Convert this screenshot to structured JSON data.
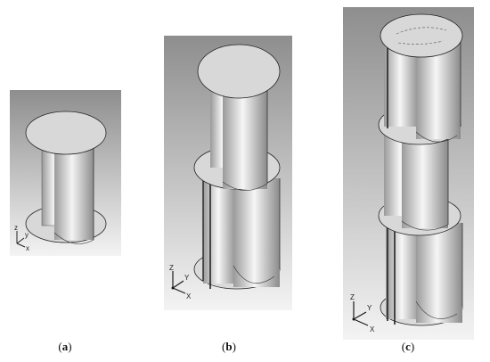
{
  "figure": {
    "panels": [
      {
        "id": "a",
        "caption_open": "(",
        "caption_letter": "a",
        "caption_close": ")",
        "stages": 1,
        "triad": {
          "z": "z",
          "y": "y",
          "x": "x"
        }
      },
      {
        "id": "b",
        "caption_open": "(",
        "caption_letter": "b",
        "caption_close": ")",
        "stages": 2,
        "triad": {
          "z": "Z",
          "y": "Y",
          "x": "X"
        }
      },
      {
        "id": "c",
        "caption_open": "(",
        "caption_letter": "c",
        "caption_close": ")",
        "stages": 3,
        "triad": {
          "z": "Z",
          "y": "Y",
          "x": "X"
        }
      }
    ]
  },
  "colors": {
    "bg_top": "#909090",
    "bg_bottom": "#f2f2f2",
    "plate": "#d6d6d6",
    "blade_dark": "#8c8c8c",
    "blade_light": "#f5f5f5",
    "edge": "#111111",
    "axis_z": "#1a1a1a",
    "axis_y": "#1a1a1a",
    "axis_x": "#1a1a1a"
  }
}
